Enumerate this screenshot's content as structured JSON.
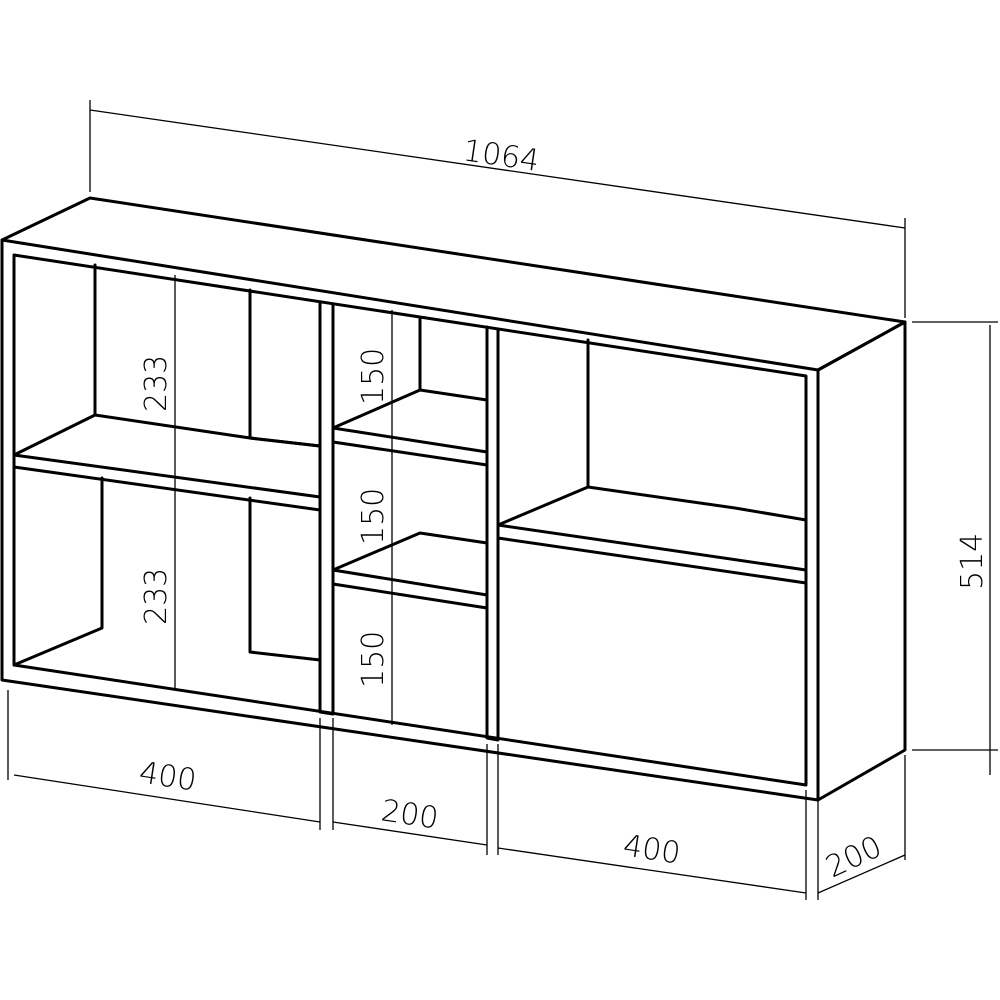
{
  "title": "Shelf unit dimensions drawing",
  "dimensions": {
    "overall_width": "1064",
    "overall_height": "514",
    "depth": "200",
    "left_section_width": "400",
    "middle_section_width": "200",
    "right_section_width": "400",
    "left_upper_height": "233",
    "left_lower_height": "233",
    "middle_top_height": "150",
    "middle_mid_height": "150",
    "middle_bottom_height": "150"
  }
}
